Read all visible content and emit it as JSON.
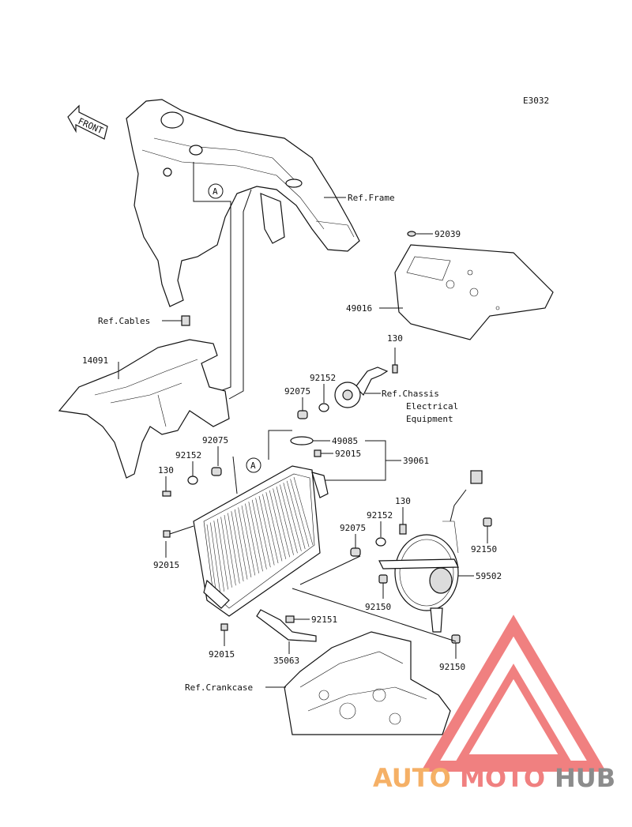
{
  "diagram_code": "E3032",
  "front_label": "FRONT",
  "ref_a": "A",
  "labels": {
    "ref_frame": "Ref.Frame",
    "ref_cables": "Ref.Cables",
    "ref_chassis_1": "Ref.Chassis",
    "ref_chassis_2": "Electrical",
    "ref_chassis_3": "Equipment",
    "ref_crankcase": "Ref.Crankcase",
    "p92039": "92039",
    "p49016": "49016",
    "p14091": "14091",
    "p130_a": "130",
    "p92152_a": "92152",
    "p92075_a": "92075",
    "p49085": "49085",
    "p92015_a": "92015",
    "p39061": "39061",
    "p92075_b": "92075",
    "p92152_b": "92152",
    "p130_b": "130",
    "p92015_b": "92015",
    "p92152_c": "92152",
    "p130_c": "130",
    "p92075_c": "92075",
    "p92150_a": "92150",
    "p59502": "59502",
    "p92150_b": "92150",
    "p92151": "92151",
    "p92015_c": "92015",
    "p35063": "35063",
    "p92150_c": "92150"
  },
  "watermark": {
    "part1": "AUTO",
    "part2": "MOTO",
    "part3": "HUB",
    "color_orange": "#f5b066",
    "color_red": "#f08080",
    "color_gray": "#8c8c8c"
  }
}
